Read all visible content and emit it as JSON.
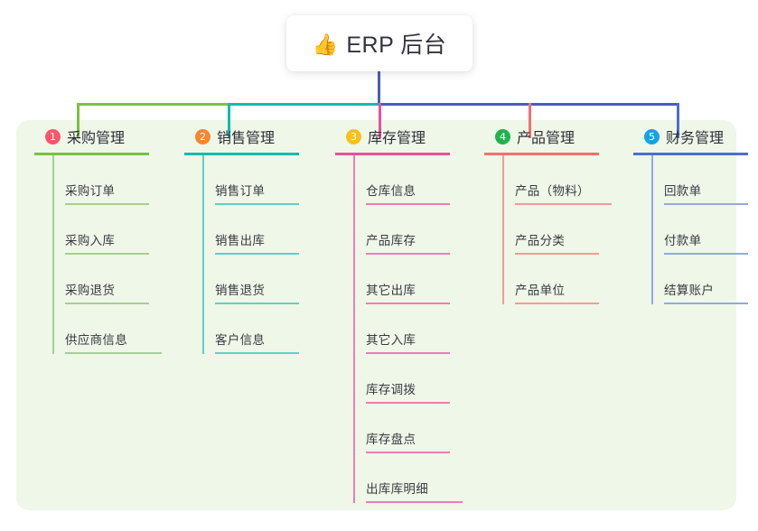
{
  "root": {
    "icon": "thumbs-up-icon",
    "icon_glyph": "👍",
    "label": "ERP 后台"
  },
  "palette": {
    "panel_background": "#eef7e8",
    "page_background": "#ffffff",
    "card_background": "#ffffff",
    "title_text": "#33343d",
    "bus_green": "#7ac143",
    "bus_teal": "#0fbcae",
    "bus_blue": "#4a5bc0"
  },
  "columns": [
    {
      "index": "1",
      "badge_color": "#f8566c",
      "line_color": "#7ac143",
      "leaf_line_color": "#a8d08d",
      "title": "采购管理",
      "items": [
        "采购订单",
        "采购入库",
        "采购退货",
        "供应商信息"
      ]
    },
    {
      "index": "2",
      "badge_color": "#f58634",
      "line_color": "#0fbcae",
      "leaf_line_color": "#63cfc6",
      "title": "销售管理",
      "items": [
        "销售订单",
        "销售出库",
        "销售退货",
        "客户信息"
      ]
    },
    {
      "index": "3",
      "badge_color": "#f9bf1e",
      "line_color": "#e8509a",
      "leaf_line_color": "#f07cb4",
      "title": "库存管理",
      "items": [
        "仓库信息",
        "产品库存",
        "其它出库",
        "其它入库",
        "库存调拨",
        "库存盘点",
        "出库库明细"
      ]
    },
    {
      "index": "4",
      "badge_color": "#22b24c",
      "line_color": "#f4706c",
      "leaf_line_color": "#f79b96",
      "title": "产品管理",
      "items": [
        "产品（物料）",
        "产品分类",
        "产品单位"
      ]
    },
    {
      "index": "5",
      "badge_color": "#18a0e8",
      "line_color": "#4a6fd0",
      "leaf_line_color": "#92aadf",
      "title": "财务管理",
      "items": [
        "回款单",
        "付款单",
        "结算账户"
      ]
    }
  ]
}
